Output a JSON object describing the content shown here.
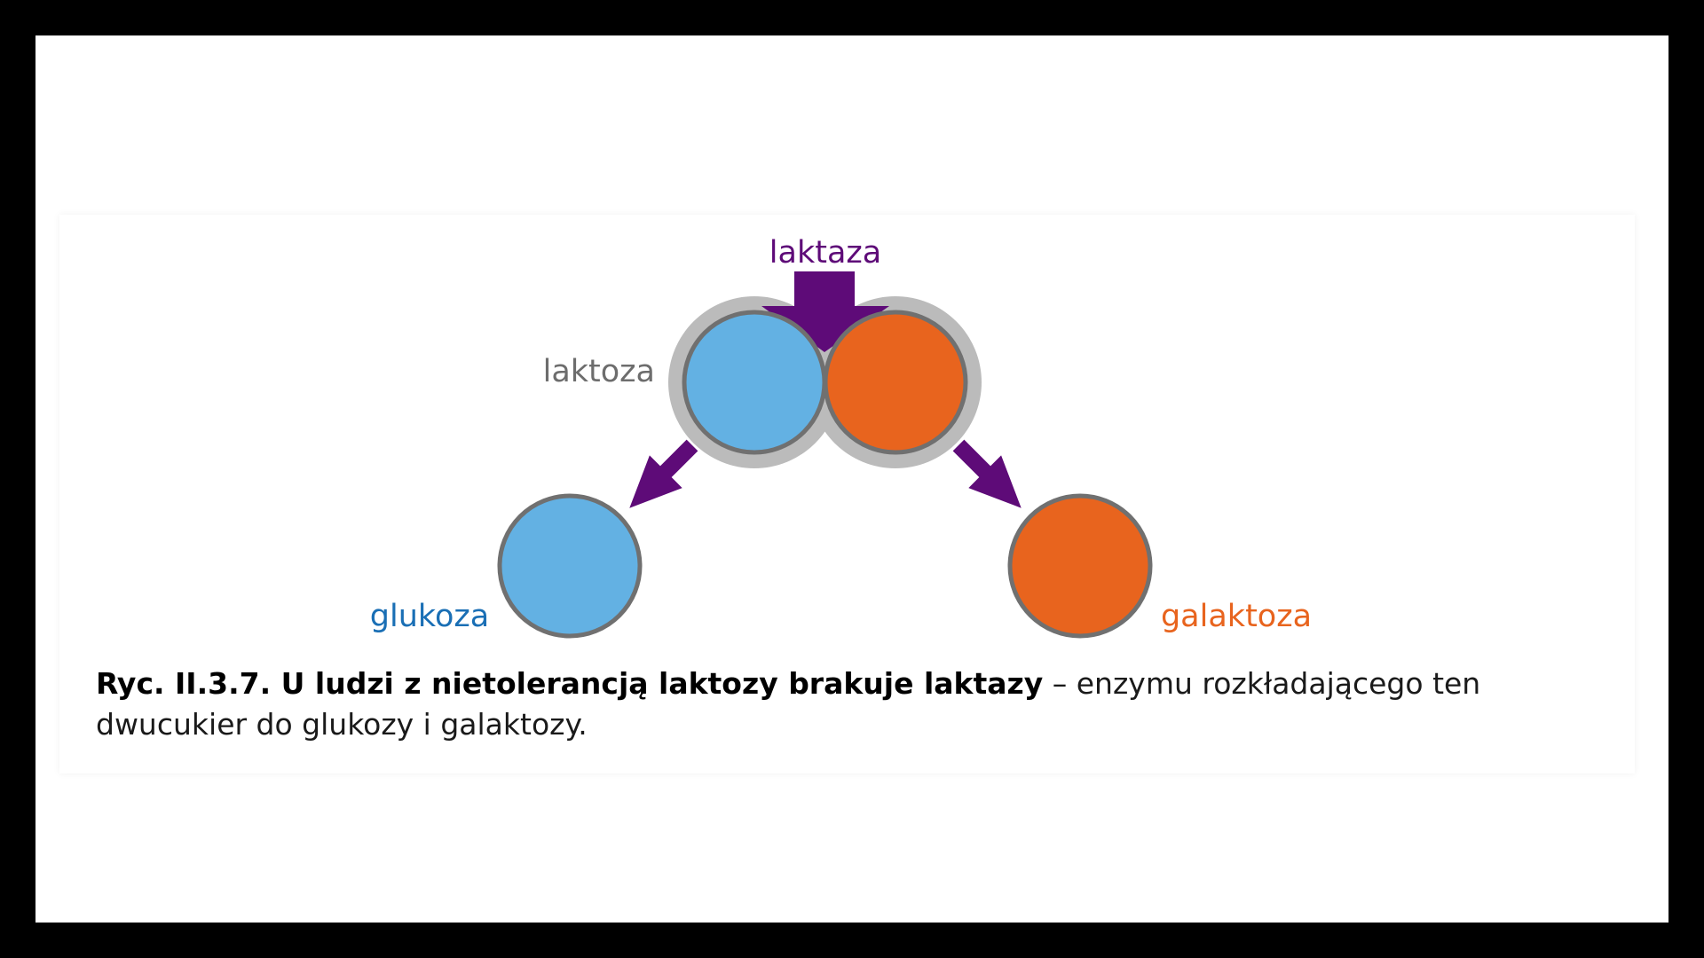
{
  "diagram": {
    "labels": {
      "enzyme": "laktaza",
      "disaccharide": "laktoza",
      "product_left": "glukoza",
      "product_right": "galaktoza"
    },
    "colors": {
      "enzyme": "#5e0b78",
      "glucose": "#63b1e3",
      "galactose": "#e8641e",
      "glucose_label": "#1a6fb5",
      "galactose_label": "#e8641e",
      "lactose_label": "#6d6d6d",
      "halo": "#bbbbbb",
      "outline": "#707070"
    }
  },
  "caption": {
    "bold": "Ryc. II.3.7. U ludzi z nietolerancją laktozy brakuje laktazy",
    "regular": " – enzymu rozkładającego ten dwucukier do glukozy i galaktozy."
  }
}
